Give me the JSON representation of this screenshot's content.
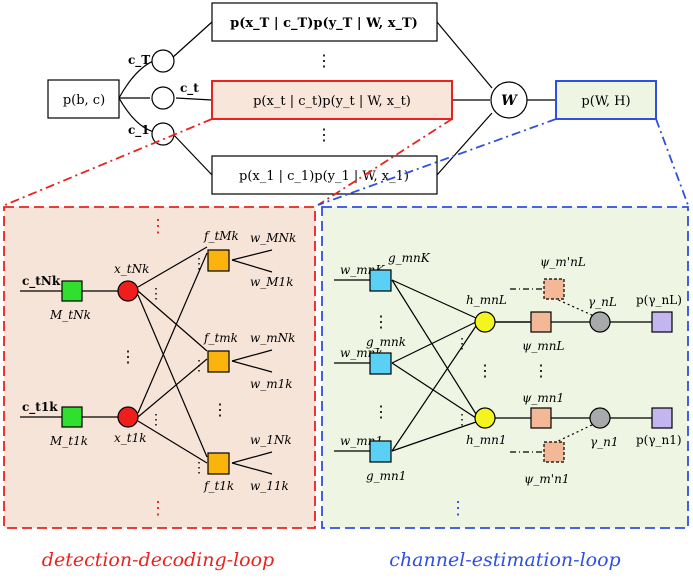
{
  "top": {
    "prior_bc": "p(b, c)",
    "c_T": "c_T",
    "c_t": "c_t",
    "c_1": "c_1",
    "top_factor": "p(x_T | c_T)p(y_T | W, x_T)",
    "mid_factor": "p(x_t | c_t)p(y_t | W, x_t)",
    "bot_factor": "p(x_1 | c_1)p(y_1 | W, x_1)",
    "W": "W",
    "prior_WH": "p(W, H)",
    "dots": "⋮"
  },
  "left_panel": {
    "c_tNk": "c_tNk",
    "c_t1k": "c_t1k",
    "M_tNk": "M_tNk",
    "M_t1k": "M_t1k",
    "x_tNk": "x_tNk",
    "x_t1k": "x_t1k",
    "f_tMk": "f_tMk",
    "f_tmk": "f_tmk",
    "f_t1k": "f_t1k",
    "w_MNk": "w_MNk",
    "w_M1k": "w_M1k",
    "w_mNk": "w_mNk",
    "w_m1k": "w_m1k",
    "w_1Nk": "w_1Nk",
    "w_11k": "w_11k"
  },
  "right_panel": {
    "w_mnK": "w_mnK",
    "w_mnk": "w_mnk",
    "w_mn1": "w_mn1",
    "g_mnK": "g_mnK",
    "g_mnk": "g_mnk",
    "g_mn1": "g_mn1",
    "h_mnL": "h_mnL",
    "h_mn1": "h_mn1",
    "psi_mpnL": "ψ_m'nL",
    "psi_mnL": "ψ_mnL",
    "psi_mn1": "ψ_mn1",
    "psi_mpn1": "ψ_m'n1",
    "gamma_nL": "γ_nL",
    "gamma_n1": "γ_n1",
    "p_gamma_nL": "p(γ_nL)",
    "p_gamma_n1": "p(γ_n1)"
  },
  "captions": {
    "left": "detection-decoding-loop",
    "right": "channel-estimation-loop"
  },
  "colors": {
    "red": "#e8231f",
    "blue": "#2f4fe0",
    "left_bg": "#f7e4d8",
    "right_bg": "#eef5e2",
    "mid_box_bg": "#f9e6da",
    "green_node": "#2fe02f",
    "red_node": "#f01d1d",
    "orange_node": "#fbb40b",
    "cyan_node": "#5bd0f5",
    "yellow_node": "#f5f51e",
    "peach_node": "#f2b898",
    "gray_node": "#a7a9ab",
    "lavender_node": "#c2b5f0"
  }
}
